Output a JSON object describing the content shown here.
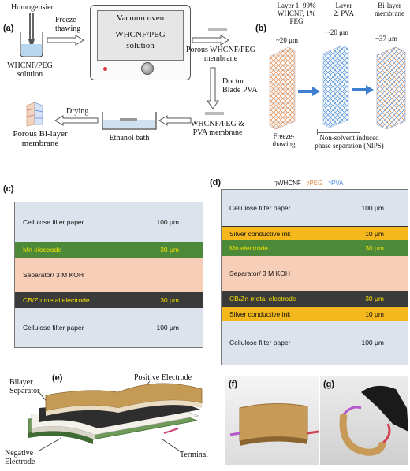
{
  "panel_a": {
    "label": "(a)",
    "homogenizer": "Homogensier",
    "freeze_thawing": "Freeze-\nthawing",
    "solution": "WHCNF/PEG\nsolution",
    "oven_title": "Vacuum oven",
    "oven_content": "WHCNF/PEG\nsolution",
    "porous_membrane": "Porous WHCNF/PEG\nmembrane",
    "doctor_blade": "Doctor\nBlade PVA",
    "pva_membrane": "WHCNF/PEG &\nPVA membrane",
    "ethanol_bath": "Ethanol bath",
    "drying": "Drying",
    "porous_bilayer": "Porous Bi-layer\nmembrane"
  },
  "panel_b": {
    "label": "(b)",
    "layer1": "Layer 1: 99%\nWHCNF, 1%\nPEG",
    "layer2": "Layer\n2: PVA",
    "bilayer": "Bi-layer\nmembrane",
    "thick1": "~20 μm",
    "thick2": "~20 μm",
    "thick3": "~37 μm",
    "step1": "Freeze-\nthawing",
    "step2": "Non-solvent induced\nphase separation (NIPS)"
  },
  "panel_c": {
    "label": "(c)",
    "layers": [
      {
        "name": "Cellulose filter paper",
        "thickness": "100 μm"
      },
      {
        "name": "Mn electrode",
        "thickness": "30 μm"
      },
      {
        "name": "Separator/ 3 M KOH",
        "thickness": ""
      },
      {
        "name": "CB/Zn metal electrode",
        "thickness": "30 μm"
      },
      {
        "name": "Cellulose filter paper",
        "thickness": "100 μm"
      }
    ]
  },
  "panel_d": {
    "label": "(d)",
    "legend": {
      "whcnf": "WHCNF",
      "peg": "PEG",
      "pva": "PVA"
    },
    "layers": [
      {
        "name": "Cellulose filter paper",
        "thickness": "100 μm"
      },
      {
        "name": "Silver conductive ink",
        "thickness": "10 μm"
      },
      {
        "name": "Mn electrode",
        "thickness": "30 μm"
      },
      {
        "name": "Separator/ 3 M KOH",
        "thickness": ""
      },
      {
        "name": "CB/Zn metal electrode",
        "thickness": "30 μm"
      },
      {
        "name": "Silver conductive ink",
        "thickness": "10 μm"
      },
      {
        "name": "Cellulose filter paper",
        "thickness": "100 μm"
      }
    ]
  },
  "panel_e": {
    "label": "(e)",
    "bilayer_separator": "Bilayer\nSeparator",
    "positive_electrode": "Positive Electrode",
    "negative_electrode": "Negative\nElectrode",
    "terminal": "Terminal"
  },
  "panel_f": {
    "label": "(f)"
  },
  "panel_g": {
    "label": "(g)"
  },
  "colors": {
    "cellulose": "#dde3ec",
    "mn": "#4c8a3a",
    "separator": "#f7cfb8",
    "zn": "#3a3a3a",
    "silver_ink": "#f5b81c",
    "whcnf": "#1a1a1a",
    "peg": "#e58a4a",
    "pva": "#4a8ae0"
  }
}
